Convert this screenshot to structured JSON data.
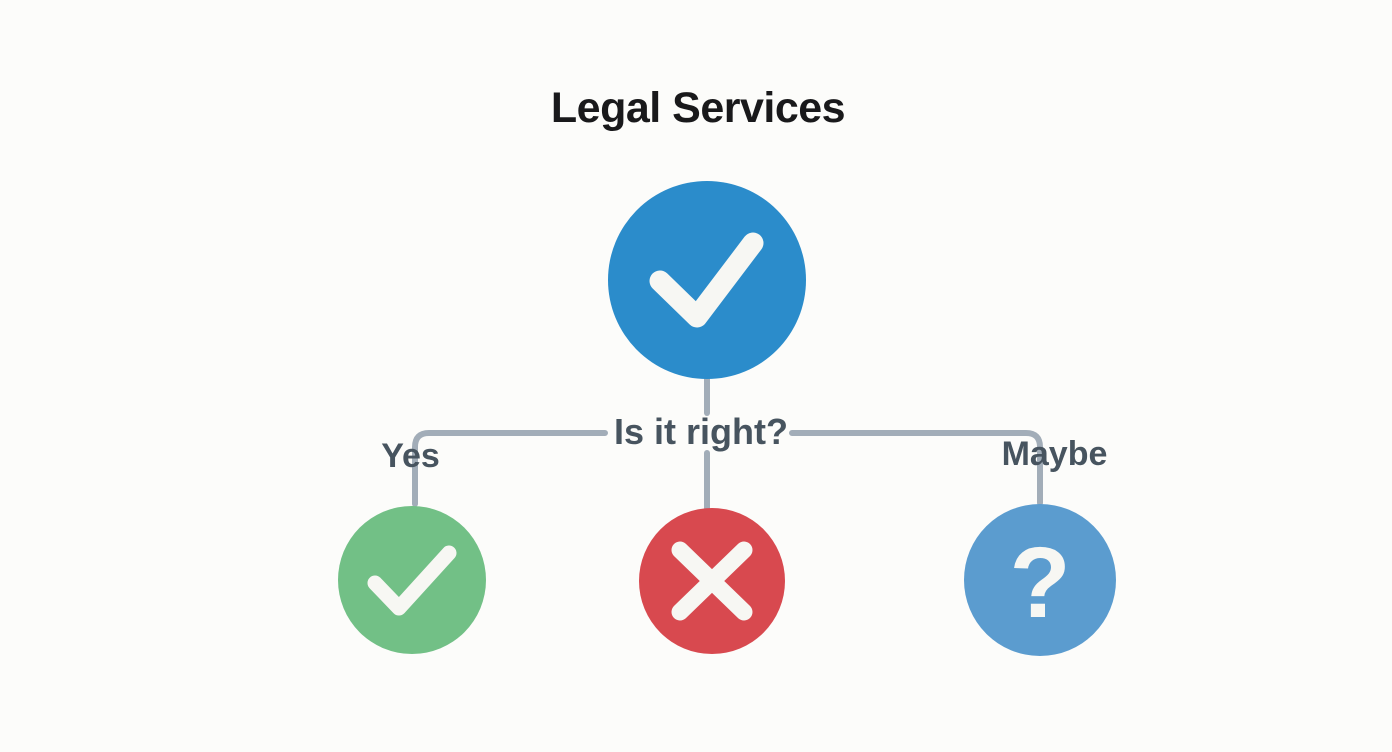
{
  "title": "Legal Services",
  "question_label": "Is it right?",
  "branches": {
    "yes": {
      "label": "Yes"
    },
    "maybe": {
      "label": "Maybe"
    }
  },
  "nodes": {
    "root": {
      "icon": "checkmark-icon",
      "color": "#2b8ccb"
    },
    "yes": {
      "icon": "checkmark-icon",
      "color": "#72c086"
    },
    "no": {
      "icon": "x-icon",
      "color": "#d8494f"
    },
    "maybe": {
      "icon": "question-mark-icon",
      "glyph": "?",
      "color": "#5b9ccf"
    }
  },
  "colors": {
    "background": "#fcfcfa",
    "line": "#a2adb8",
    "label_text": "#47545f",
    "title_text": "#19191b",
    "glyph": "#f7f7f3"
  }
}
